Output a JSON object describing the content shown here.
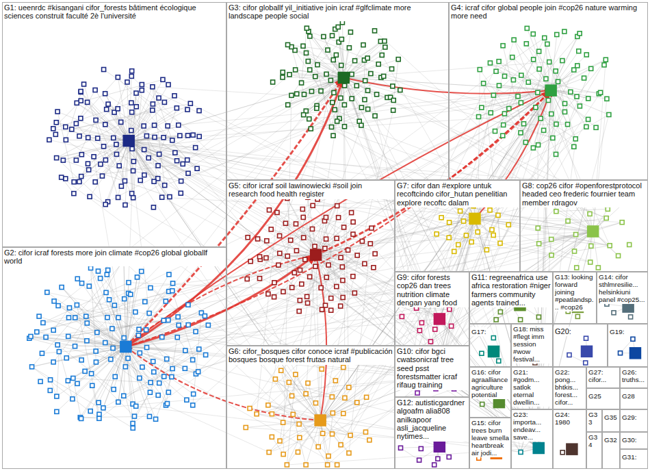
{
  "diagram": {
    "nodes": [
      {
        "text": [
          "G1: ueenrdc #kisangani cifor_forests bâtiment écologique sciences construit faculté 2è l'université"
        ]
      },
      {
        "text": [
          "G3: cifor globallf yil_initiative join icraf #glfclimate more landscape people social"
        ]
      },
      {
        "text": [
          "G4: icraf cifor global people join #cop26 nature warming more need"
        ]
      },
      {
        "text": [
          "G5: cifor icraf soil lawinowiecki #soil join research food health register"
        ]
      },
      {
        "text": [
          "G7: cifor dan #explore untuk recoftcindo cifor_hutan penelitian explore recoftc dalam"
        ]
      },
      {
        "text": [
          "G8: cop26 cifor #openforestprotocol headed ceo frederic fournier team member rdragov"
        ]
      },
      {
        "text": [
          "G2: cifor icraf forests more join climate #cop26 global globallf world"
        ]
      },
      {
        "text": [
          "G9: cifor forests cop26 dan trees nutrition climate dengan yang food"
        ]
      },
      {
        "text": [
          "G11: regreenafrica use africa restoration #niger farmers community agents trained..."
        ]
      },
      {
        "text": [
          "G13: looking forward joining #peatlandsp... #cop26"
        ]
      },
      {
        "text": [
          "G14: cifor sthlmresilie... helsinkiuni panel #cop25..."
        ]
      },
      {
        "text": [
          "G6: cifor_bosques cifor conoce icraf #publicación bosques bosque forest frutas natural"
        ]
      },
      {
        "text": [
          "G10: cifor bgci cwatsonicraf tree seed psst forestsmatter icraf rifaug training"
        ]
      },
      {
        "text": [
          "G17:"
        ]
      },
      {
        "text": [
          "G18: miss #flegt imm session #wow festival..."
        ]
      },
      {
        "text": [
          "G20:"
        ]
      },
      {
        "text": [
          "G19:"
        ]
      },
      {
        "text": [
          "G16: cifor agraalliance agriculture potential"
        ]
      },
      {
        "text": [
          "G21: #godm... satlok eternal dwellin..."
        ]
      },
      {
        "text": [
          "G22: pong... bhtkis... forest... cifor..."
        ]
      },
      {
        "text": [
          "G27: cifor..."
        ]
      },
      {
        "text": [
          "G26: truths..."
        ]
      },
      {
        "text": [
          "G12: autisticgardner algoafm alia808 anilkapoor asli_jacqueline nytimes..."
        ]
      },
      {
        "text": [
          "G25"
        ]
      },
      {
        "text": [
          "G28"
        ]
      },
      {
        "text": [
          "G15: cifor trees burn leave smella heartbreak air jodi..."
        ]
      },
      {
        "text": [
          "G23: importa... endeav... save..."
        ]
      },
      {
        "text": [
          "G24: 1980"
        ]
      },
      {
        "text": [
          "G33"
        ]
      },
      {
        "text": [
          "G35"
        ]
      },
      {
        "text": [
          "G29:"
        ]
      },
      {
        "text": [
          "G34"
        ]
      },
      {
        "text": [
          "G32"
        ]
      },
      {
        "text": [
          "G30:"
        ]
      },
      {
        "text": [
          "G31:"
        ]
      }
    ]
  }
}
